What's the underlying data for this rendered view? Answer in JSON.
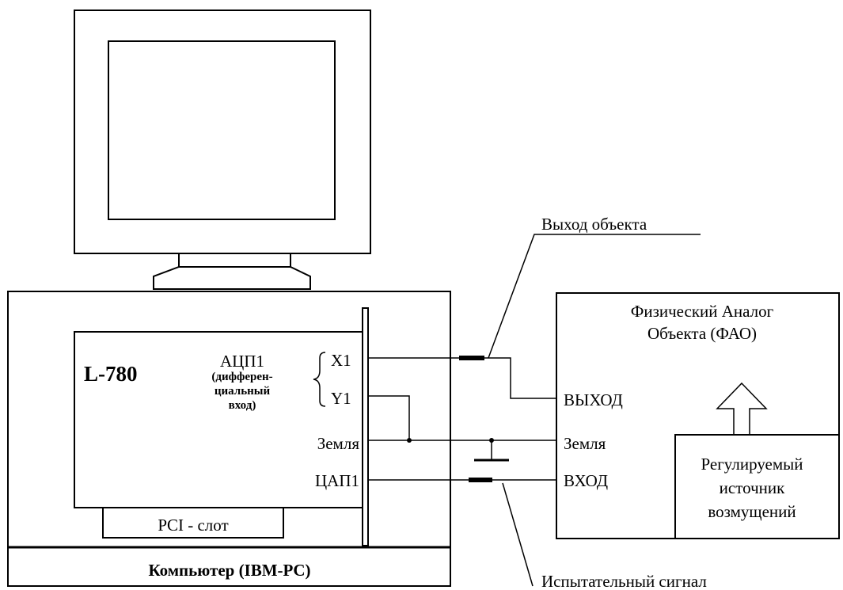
{
  "labels": {
    "board_name": "L-780",
    "adc_title": "АЦП1",
    "adc_note_line1": "(дифферен-",
    "adc_note_line2": "циальный",
    "adc_note_line3": "вход)",
    "pin_x1": "X1",
    "pin_y1": "Y1",
    "pin_ground": "Земля",
    "pin_dac": "ЦАП1",
    "pci_slot": "PCI - слот",
    "computer": "Компьютер (IBM-PC)",
    "object_output_callout": "Выход объекта",
    "test_signal_callout": "Испытательный  сигнал",
    "fao_title_line1": "Физический Аналог",
    "fao_title_line2": "Объекта (ФАО)",
    "fao_output": "ВЫХОД",
    "fao_ground": "Земля",
    "fao_input": "ВХОД",
    "disturbance_line1": "Регулируемый",
    "disturbance_line2": "источник",
    "disturbance_line3": "возмущений"
  },
  "colors": {
    "line": "#000000",
    "background": "#ffffff"
  }
}
